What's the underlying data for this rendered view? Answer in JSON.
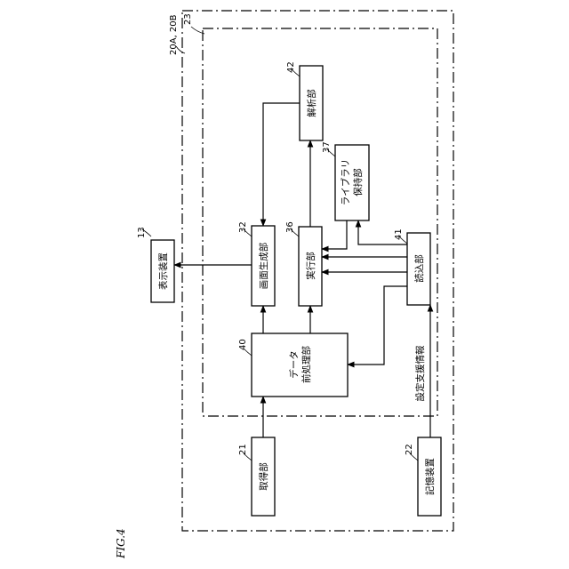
{
  "figure_label": "FIG.4",
  "containers": {
    "outer_ref": "20A, 20B",
    "inner_ref": "23"
  },
  "blocks": {
    "display": {
      "ref": "13",
      "label": "表示装置"
    },
    "acquire": {
      "ref": "21",
      "label": "取得部"
    },
    "storage": {
      "ref": "22",
      "label": "記憶装置"
    },
    "preproc": {
      "ref": "40",
      "label_line1": "データ",
      "label_line2": "前処理部"
    },
    "screen_gen": {
      "ref": "32",
      "label": "画面生成部"
    },
    "execute": {
      "ref": "36",
      "label": "実行部"
    },
    "analyze": {
      "ref": "42",
      "label": "解析部"
    },
    "library": {
      "ref": "37",
      "label_line1": "ライブラリ",
      "label_line2": "保持部"
    },
    "loader": {
      "ref": "41",
      "label": "読込部"
    }
  },
  "edge_labels": {
    "setting_info": "設定支援情報"
  }
}
